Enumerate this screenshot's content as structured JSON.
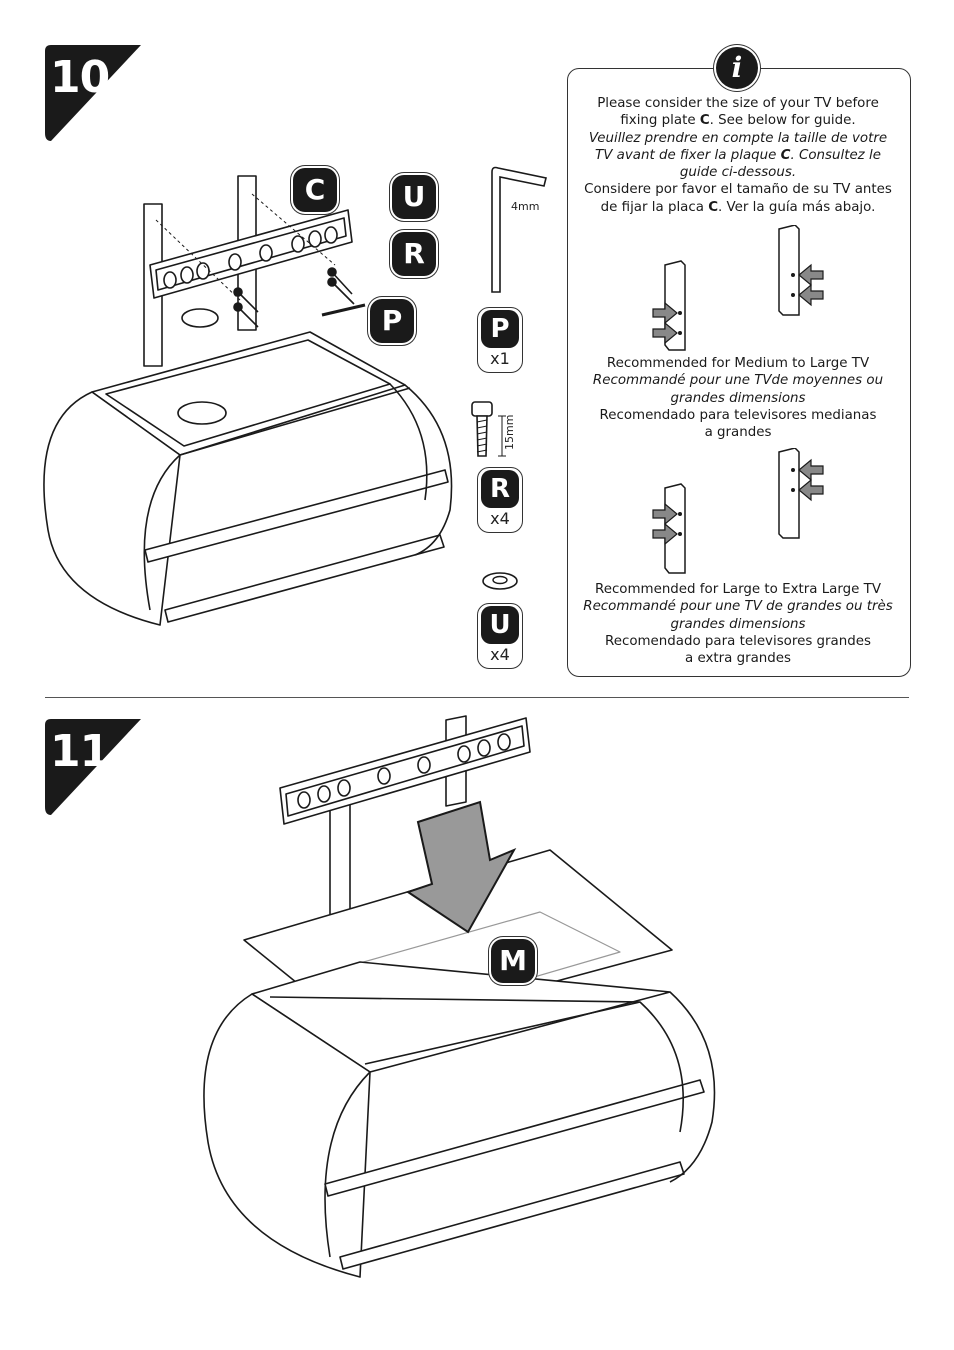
{
  "steps": [
    {
      "number": "10"
    },
    {
      "number": "11"
    }
  ],
  "step10": {
    "callouts": [
      "C",
      "U",
      "R",
      "P"
    ],
    "hex_key_size": "4mm",
    "bolt_length": "15mm",
    "parts": [
      {
        "letter": "P",
        "qty": "x1"
      },
      {
        "letter": "R",
        "qty": "x4"
      },
      {
        "letter": "U",
        "qty": "x4"
      }
    ]
  },
  "info": {
    "icon": "i",
    "intro_en_1": "Please consider the size of your TV before",
    "intro_en_2a": "fixing plate ",
    "intro_en_2b": "C",
    "intro_en_2c": ". See below for guide.",
    "intro_fr_1": "Veuillez prendre en compte la taille de votre",
    "intro_fr_2a": "TV avant de fixer la plaque ",
    "intro_fr_2b": "C",
    "intro_fr_2c": ". Consultez le",
    "intro_fr_3": "guide ci-dessous.",
    "intro_es_1": "Considere por favor el tamaño de su TV antes",
    "intro_es_2a": "de fijar la placa ",
    "intro_es_2b": "C",
    "intro_es_2c": ". Ver la guía más abajo.",
    "medium_en": "Recommended  for Medium to Large TV",
    "medium_fr_1": "Recommandé pour une TVde moyennes ou",
    "medium_fr_2": "grandes dimensions",
    "medium_es_1": "Recomendado para televisores medianas",
    "medium_es_2": "a grandes",
    "large_en": "Recommended for Large to Extra Large TV",
    "large_fr_1": "Recommandé pour une TV de grandes ou très",
    "large_fr_2": "grandes dimensions",
    "large_es_1": "Recomendado para televisores grandes",
    "large_es_2": "a extra grandes"
  },
  "step11": {
    "callout": "M"
  }
}
